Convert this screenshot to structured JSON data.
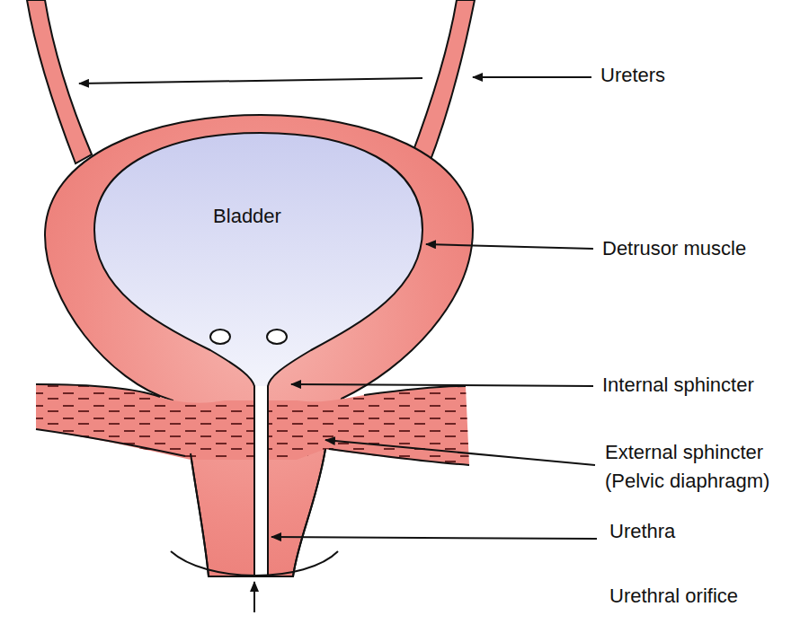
{
  "diagram": {
    "nodes": [
      {
        "text": [
          "Bladder"
        ]
      }
    ],
    "labels": [
      "Ureters",
      "Detrusor muscle",
      "Internal sphincter",
      "External sphincter (Pelvic diaphragm)",
      "Urethra",
      "Urethral orifice"
    ]
  }
}
